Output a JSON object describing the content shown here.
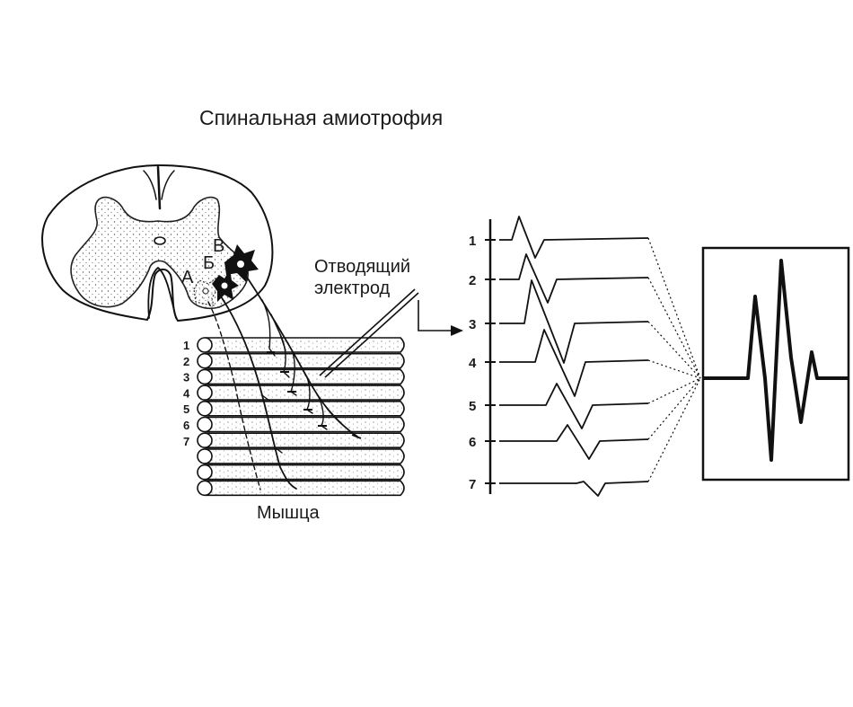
{
  "title": "Спинальная амиотрофия",
  "electrode_label": [
    "Отводящий",
    "электрод"
  ],
  "muscle_label": "Мышца",
  "neuron_labels": [
    "А",
    "Б",
    "В"
  ],
  "fiber_numbers": [
    "1",
    "2",
    "3",
    "4",
    "5",
    "6",
    "7"
  ],
  "trace_numbers": [
    "1",
    "2",
    "3",
    "4",
    "5",
    "6",
    "7"
  ]
}
